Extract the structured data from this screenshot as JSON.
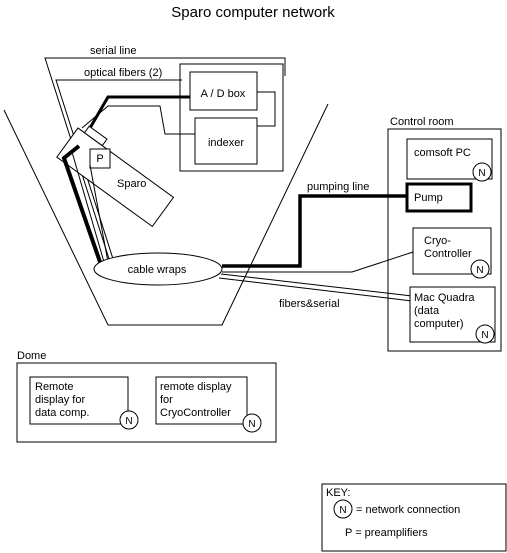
{
  "title": "Sparo computer network",
  "labels": {
    "serial_line": "serial line",
    "optical_fibers": "optical fibers (2)",
    "ad_box": "A / D box",
    "indexer": "indexer",
    "preamp": "P",
    "sparo": "Sparo",
    "cable_wraps": "cable wraps",
    "pumping_line": "pumping line",
    "fibers_serial": "fibers&serial"
  },
  "control_room": {
    "title": "Control room",
    "comsoft": "comsoft PC",
    "pump": "Pump",
    "cryo_line1": "Cryo-",
    "cryo_line2": "Controller",
    "mac_line1": "Mac Quadra",
    "mac_line2": "(data",
    "mac_line3": "computer)"
  },
  "dome": {
    "title": "Dome",
    "remote1_line1": "Remote",
    "remote1_line2": "display for",
    "remote1_line3": "data comp.",
    "remote2_line1": "remote display",
    "remote2_line2": "for",
    "remote2_line3": "CryoController"
  },
  "network_symbol": "N",
  "key": {
    "title": "KEY:",
    "network": "= network connection",
    "preamp": "P = preamplifiers"
  }
}
